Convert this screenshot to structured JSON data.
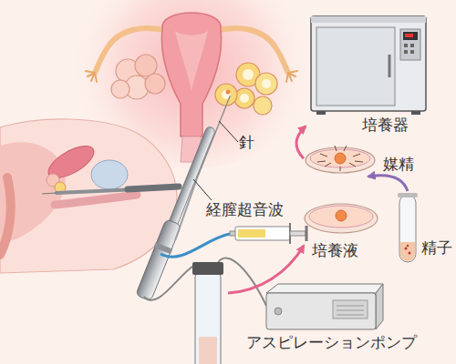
{
  "diagram": {
    "nodes": [
      {
        "text": [
          "培養器"
        ]
      },
      {
        "text": [
          "媒精"
        ]
      },
      {
        "text": [
          "精子"
        ]
      },
      {
        "text": [
          "培養液"
        ]
      },
      {
        "text": [
          "アスピレーションポンプ"
        ]
      }
    ],
    "edges": [
      {
        "from": 2,
        "to": 1,
        "arrow": "to"
      },
      {
        "from": 1,
        "to": 0,
        "arrow": "to"
      }
    ],
    "labels": [
      "針",
      "経膣超音波"
    ]
  }
}
